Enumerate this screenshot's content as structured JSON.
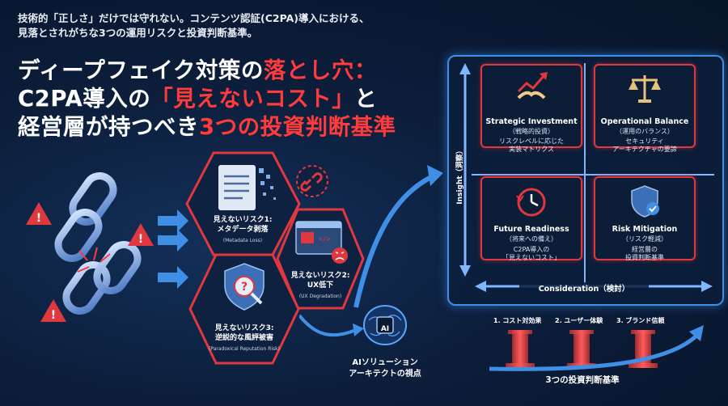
{
  "lead": {
    "line1": "技術的「正しさ」だけでは守れない。コンテンツ認証(C2PA)導入における、",
    "line2": "見落とされがちな3つの運用リスクと投資判断基準。"
  },
  "title": {
    "line1_pre": "ディープフェイク対策の",
    "line1_red": "落とし穴：",
    "line2_pre": "C2PA導入の",
    "line2_red": "「見えないコスト」",
    "line2_post": "と",
    "line3_pre": "経営層が持つべき",
    "line3_red": "3つの投資判断基準"
  },
  "risks": [
    {
      "label": "見えないリスク1:",
      "name": "メタデータ剥落",
      "en": "(Metadata Loss)"
    },
    {
      "label": "見えないリスク2:",
      "name": "UX低下",
      "en": "(UX Degradation)"
    },
    {
      "label": "見えないリスク3:",
      "name": "逆説的な風評被害",
      "en": "(Paradoxical Reputation Risk)"
    }
  ],
  "ai": {
    "badge": "AI",
    "line1": "AIソリューション",
    "line2": "アーキテクトの視点"
  },
  "matrix": {
    "y_axis": "Insight（洞察）",
    "x_axis": "Consideration（検討）",
    "quadrants": [
      {
        "title": "Strategic Investment",
        "sub": "（戦略的投資）",
        "d1": "リスクレベルに応じた",
        "d2": "実装マトリクス",
        "icon": "handshake-growth-icon"
      },
      {
        "title": "Operational Balance",
        "sub": "（運用のバランス）",
        "d1": "セキュリティ",
        "d2": "アーキテクチャの要諦",
        "icon": "balance-scale-icon"
      },
      {
        "title": "Future Readiness",
        "sub": "（将来への備え）",
        "d1": "C2PA導入の",
        "d2": "「見えないコスト」",
        "icon": "clock-icon"
      },
      {
        "title": "Risk Mitigation",
        "sub": "（リスク軽減）",
        "d1": "経営層の",
        "d2": "投資判断基準",
        "icon": "shield-check-icon"
      }
    ]
  },
  "pillars": {
    "items": [
      "1. コスト対効果",
      "2. ユーザー体験",
      "3. ブランド信頼"
    ],
    "caption": "3つの投資判断基準"
  },
  "colors": {
    "accent_red": "#e0383e",
    "accent_blue": "#3f8fe6",
    "bg": "#0b1a33"
  }
}
